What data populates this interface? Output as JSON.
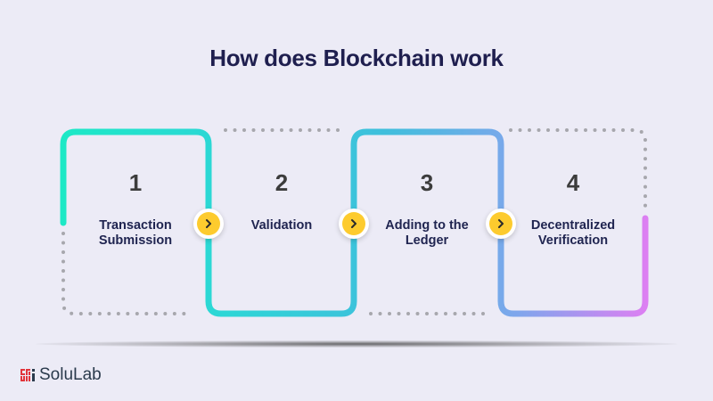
{
  "title": "How does Blockchain work",
  "steps": [
    {
      "number": "1",
      "label_line1": "Transaction",
      "label_line2": "Submission"
    },
    {
      "number": "2",
      "label_line1": "Validation",
      "label_line2": ""
    },
    {
      "number": "3",
      "label_line1": "Adding to the",
      "label_line2": "Ledger"
    },
    {
      "number": "4",
      "label_line1": "Decentralized",
      "label_line2": "Verification"
    }
  ],
  "connectors": [
    "next-arrow",
    "next-arrow",
    "next-arrow"
  ],
  "colors": {
    "background": "#ecebf6",
    "title": "#1f1f4f",
    "gradient_start": "#1de9c6",
    "gradient_mid": "#3fbfdc",
    "gradient_blue": "#7fa6ec",
    "gradient_end": "#dd7ff2",
    "arrow_fill": "#fdcb2e",
    "dots": "#a7a7ad"
  },
  "brand": {
    "name": "SoluLab",
    "icon": "solulab-logo-icon"
  }
}
